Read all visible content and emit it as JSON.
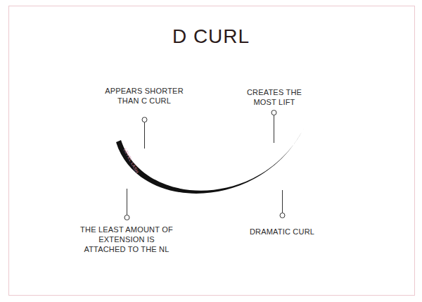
{
  "diagram": {
    "title": "D CURL",
    "labels": [
      "APPEARS SHORTER THAN C CURL",
      "CREATES THE MOST LIFT",
      "THE LEAST AMOUNT OF EXTENSION IS ATTACHED TO THE NL",
      "DRAMATIC CURL",
      "LEVEL LASH"
    ]
  }
}
